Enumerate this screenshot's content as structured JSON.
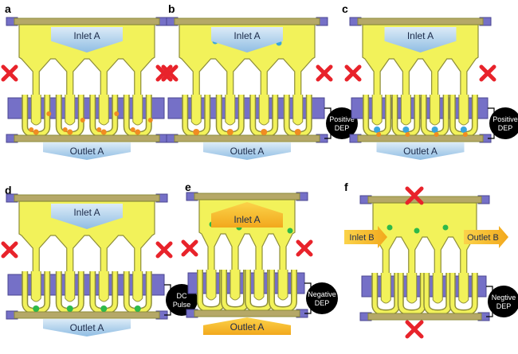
{
  "figure": {
    "panels": [
      {
        "letter": "a",
        "flow": {
          "label": "Inlet A",
          "color": "#a9cdea",
          "dir": "down"
        },
        "outlet": {
          "label": "Outlet A",
          "color": "#a9cdea",
          "dir": "down"
        },
        "side_blocked": true,
        "dep": null,
        "particles": "orange-mixed"
      },
      {
        "letter": "b",
        "flow": {
          "label": "Inlet A",
          "color": "#a9cdea",
          "dir": "down"
        },
        "outlet": {
          "label": "Outlet A",
          "color": "#a9cdea",
          "dir": "down"
        },
        "side_blocked": true,
        "dep": {
          "line1": "Positive",
          "line2": "DEP"
        },
        "particles": "trapped-orange"
      },
      {
        "letter": "c",
        "flow": {
          "label": "Inlet A",
          "color": "#a9cdea",
          "dir": "down"
        },
        "outlet": {
          "label": "Outlet A",
          "color": "#a9cdea",
          "dir": "down"
        },
        "side_blocked": true,
        "dep": {
          "line1": "Positive",
          "line2": "DEP"
        },
        "particles": "trapped-mixed"
      },
      {
        "letter": "d",
        "flow": {
          "label": "Inlet A",
          "color": "#a9cdea",
          "dir": "down"
        },
        "outlet": {
          "label": "Outlet A",
          "color": "#a9cdea",
          "dir": "down"
        },
        "side_blocked": true,
        "dep": {
          "line1": "DC",
          "line2": "Pulse"
        },
        "particles": "trapped-green"
      },
      {
        "letter": "e",
        "flow": {
          "label": "Inlet A",
          "color": "#f6b82a",
          "dir": "up"
        },
        "outlet": {
          "label": "Outlet A",
          "color": "#f6b82a",
          "dir": "up"
        },
        "side_blocked": true,
        "dep": {
          "line1": "Negative",
          "line2": "DEP"
        },
        "particles": "green-top"
      },
      {
        "letter": "f",
        "side_inlet": "Inlet B",
        "side_outlet": "Outlet B",
        "side_color": "#f6b82a",
        "dep": {
          "line1": "Negtive",
          "line2": "DEP"
        },
        "particles": "green-top"
      }
    ]
  },
  "colors": {
    "chamber": "#f2f25a",
    "chamber_edge": "#8d8d3a",
    "electrode": "#7570c7",
    "electrode_edge": "#4a4690",
    "pad": "#b5a868",
    "blocked": "#e8232b",
    "particle_orange": "#f08c22",
    "particle_blue": "#3aa6db",
    "particle_green": "#2db94a"
  }
}
